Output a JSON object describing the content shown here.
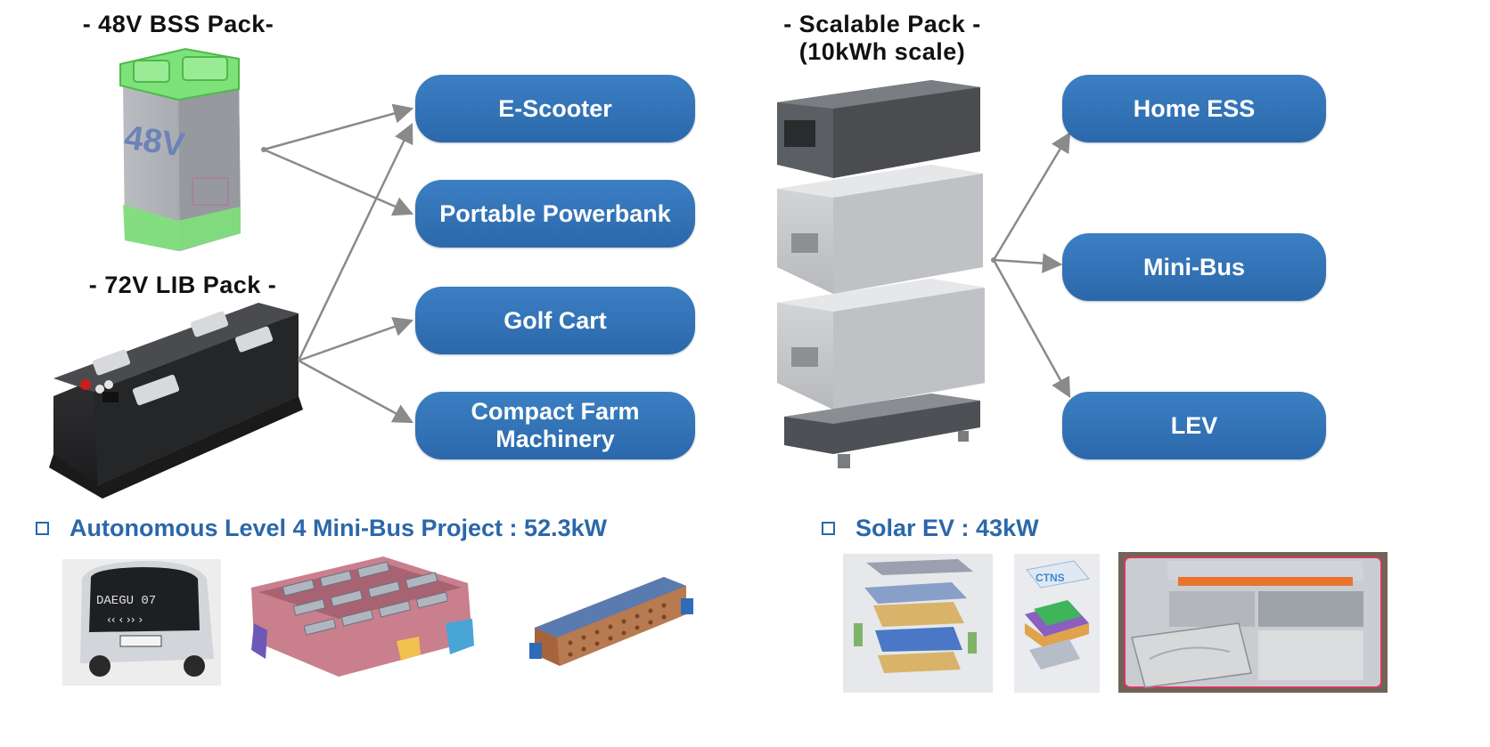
{
  "left_group": {
    "pack_48v_title": "- 48V BSS Pack-",
    "pack_72v_title": "- 72V LIB Pack -",
    "applications": [
      "E-Scooter",
      "Portable Powerbank",
      "Golf Cart",
      "Compact Farm Machinery"
    ]
  },
  "right_group": {
    "scalable_title_line1": "- Scalable Pack -",
    "scalable_title_line2": "(10kWh scale)",
    "applications": [
      "Home ESS",
      "Mini-Bus",
      "LEV"
    ]
  },
  "pack_48v_label": "48V",
  "bus_display_text": "DAEGU 07",
  "logo_text": "CTNS",
  "projects": {
    "minibus_heading": "Autonomous Level 4 Mini-Bus Project : 52.3kW",
    "solar_heading": "Solar EV : 43kW"
  },
  "colors": {
    "pill_blue": "#2e6eb1",
    "heading_blue": "#2b67aa",
    "arrow_gray": "#8a8a8a"
  }
}
